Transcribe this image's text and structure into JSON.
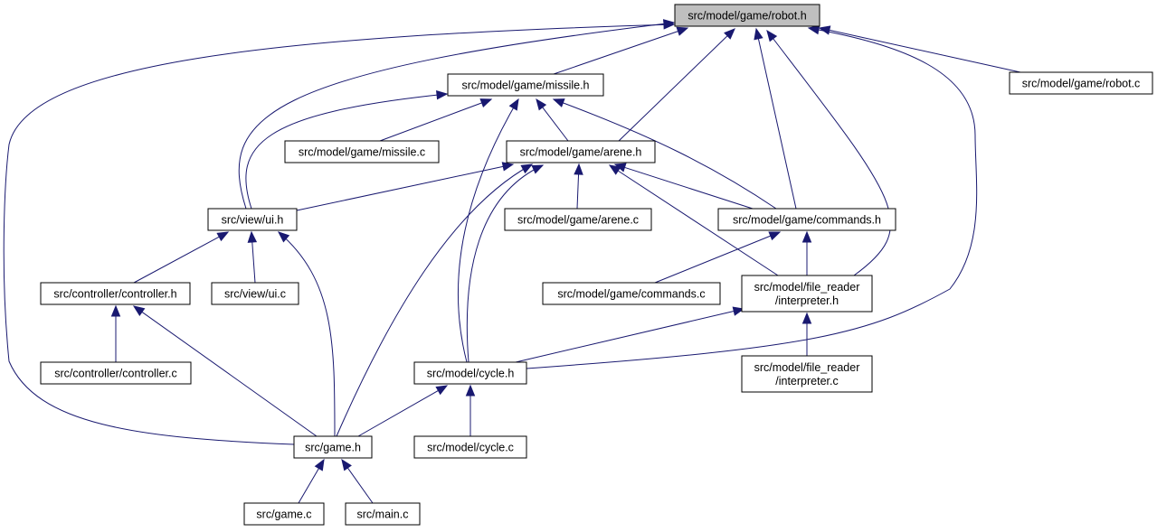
{
  "graph": {
    "type": "include-dependency-graph",
    "colors": {
      "edge": "#191970",
      "root_fill": "#bfbfbf",
      "node_fill": "#ffffff",
      "node_border": "#000000"
    },
    "nodes": [
      {
        "id": "robot_h",
        "lines": [
          "src/model/game/robot.h"
        ],
        "root": true
      },
      {
        "id": "missile_h",
        "lines": [
          "src/model/game/missile.h"
        ]
      },
      {
        "id": "robot_c",
        "lines": [
          "src/model/game/robot.c"
        ]
      },
      {
        "id": "missile_c",
        "lines": [
          "src/model/game/missile.c"
        ]
      },
      {
        "id": "arene_h",
        "lines": [
          "src/model/game/arene.h"
        ]
      },
      {
        "id": "ui_h",
        "lines": [
          "src/view/ui.h"
        ]
      },
      {
        "id": "arene_c",
        "lines": [
          "src/model/game/arene.c"
        ]
      },
      {
        "id": "commands_h",
        "lines": [
          "src/model/game/commands.h"
        ]
      },
      {
        "id": "controller_h",
        "lines": [
          "src/controller/controller.h"
        ]
      },
      {
        "id": "ui_c",
        "lines": [
          "src/view/ui.c"
        ]
      },
      {
        "id": "commands_c",
        "lines": [
          "src/model/game/commands.c"
        ]
      },
      {
        "id": "interpreter_h",
        "lines": [
          "src/model/file_reader",
          "/interpreter.h"
        ]
      },
      {
        "id": "controller_c",
        "lines": [
          "src/controller/controller.c"
        ]
      },
      {
        "id": "cycle_h",
        "lines": [
          "src/model/cycle.h"
        ]
      },
      {
        "id": "interpreter_c",
        "lines": [
          "src/model/file_reader",
          "/interpreter.c"
        ]
      },
      {
        "id": "game_h",
        "lines": [
          "src/game.h"
        ]
      },
      {
        "id": "cycle_c",
        "lines": [
          "src/model/cycle.c"
        ]
      },
      {
        "id": "game_c",
        "lines": [
          "src/game.c"
        ]
      },
      {
        "id": "main_c",
        "lines": [
          "src/main.c"
        ]
      }
    ],
    "edges": [
      {
        "from": "missile_h",
        "to": "robot_h"
      },
      {
        "from": "robot_c",
        "to": "robot_h"
      },
      {
        "from": "arene_h",
        "to": "robot_h"
      },
      {
        "from": "ui_h",
        "to": "robot_h"
      },
      {
        "from": "commands_h",
        "to": "robot_h"
      },
      {
        "from": "interpreter_h",
        "to": "robot_h"
      },
      {
        "from": "cycle_h",
        "to": "robot_h"
      },
      {
        "from": "game_h",
        "to": "robot_h"
      },
      {
        "from": "missile_c",
        "to": "missile_h"
      },
      {
        "from": "arene_h",
        "to": "missile_h"
      },
      {
        "from": "ui_h",
        "to": "missile_h"
      },
      {
        "from": "commands_h",
        "to": "missile_h"
      },
      {
        "from": "cycle_h",
        "to": "missile_h"
      },
      {
        "from": "ui_h",
        "to": "arene_h"
      },
      {
        "from": "arene_c",
        "to": "arene_h"
      },
      {
        "from": "commands_h",
        "to": "arene_h"
      },
      {
        "from": "interpreter_h",
        "to": "arene_h"
      },
      {
        "from": "cycle_h",
        "to": "arene_h"
      },
      {
        "from": "game_h",
        "to": "arene_h"
      },
      {
        "from": "controller_h",
        "to": "ui_h"
      },
      {
        "from": "ui_c",
        "to": "ui_h"
      },
      {
        "from": "game_h",
        "to": "ui_h"
      },
      {
        "from": "commands_c",
        "to": "commands_h"
      },
      {
        "from": "interpreter_h",
        "to": "commands_h"
      },
      {
        "from": "controller_c",
        "to": "controller_h"
      },
      {
        "from": "game_h",
        "to": "controller_h"
      },
      {
        "from": "cycle_h",
        "to": "interpreter_h"
      },
      {
        "from": "interpreter_c",
        "to": "interpreter_h"
      },
      {
        "from": "game_h",
        "to": "cycle_h"
      },
      {
        "from": "cycle_c",
        "to": "cycle_h"
      },
      {
        "from": "game_c",
        "to": "game_h"
      },
      {
        "from": "main_c",
        "to": "game_h"
      }
    ]
  }
}
